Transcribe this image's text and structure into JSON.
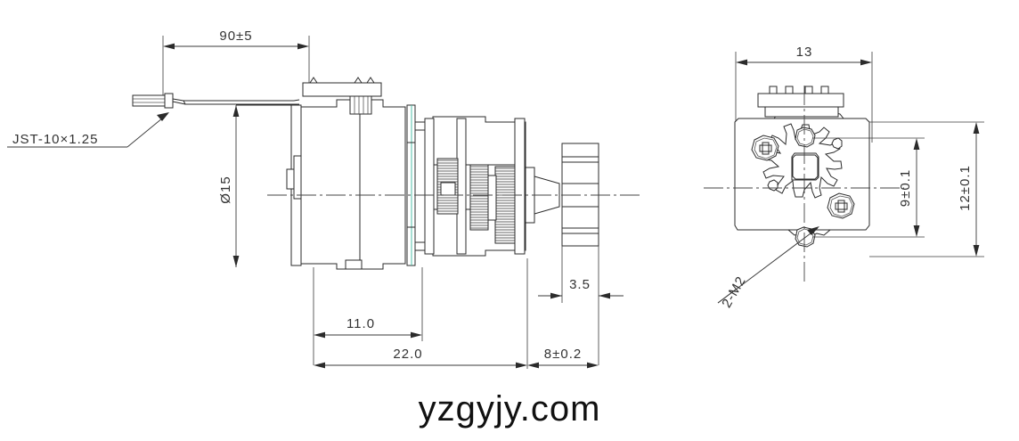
{
  "drawing": {
    "title": "stepper-gearmotor-technical-drawing",
    "watermark": "yzgyjy.com",
    "line_color": "#2b2b2b",
    "accent_color": "#4fbfa8",
    "background": "#ffffff"
  },
  "side_view": {
    "name": "side-elevation",
    "dimensions": {
      "wire_length": "90±5",
      "body_diameter": "Ø15",
      "motor_length": "11.0",
      "overall_length": "22.0",
      "pinion_width": "3.5",
      "shaft_length": "8±0.2"
    },
    "labels": {
      "connector": "JST-10×1.25"
    }
  },
  "front_view": {
    "name": "front-elevation",
    "dimensions": {
      "width": "13",
      "mount_hole_spacing": "9±0.1",
      "body_height": "12±0.1"
    },
    "labels": {
      "thread": "2-M2"
    }
  }
}
